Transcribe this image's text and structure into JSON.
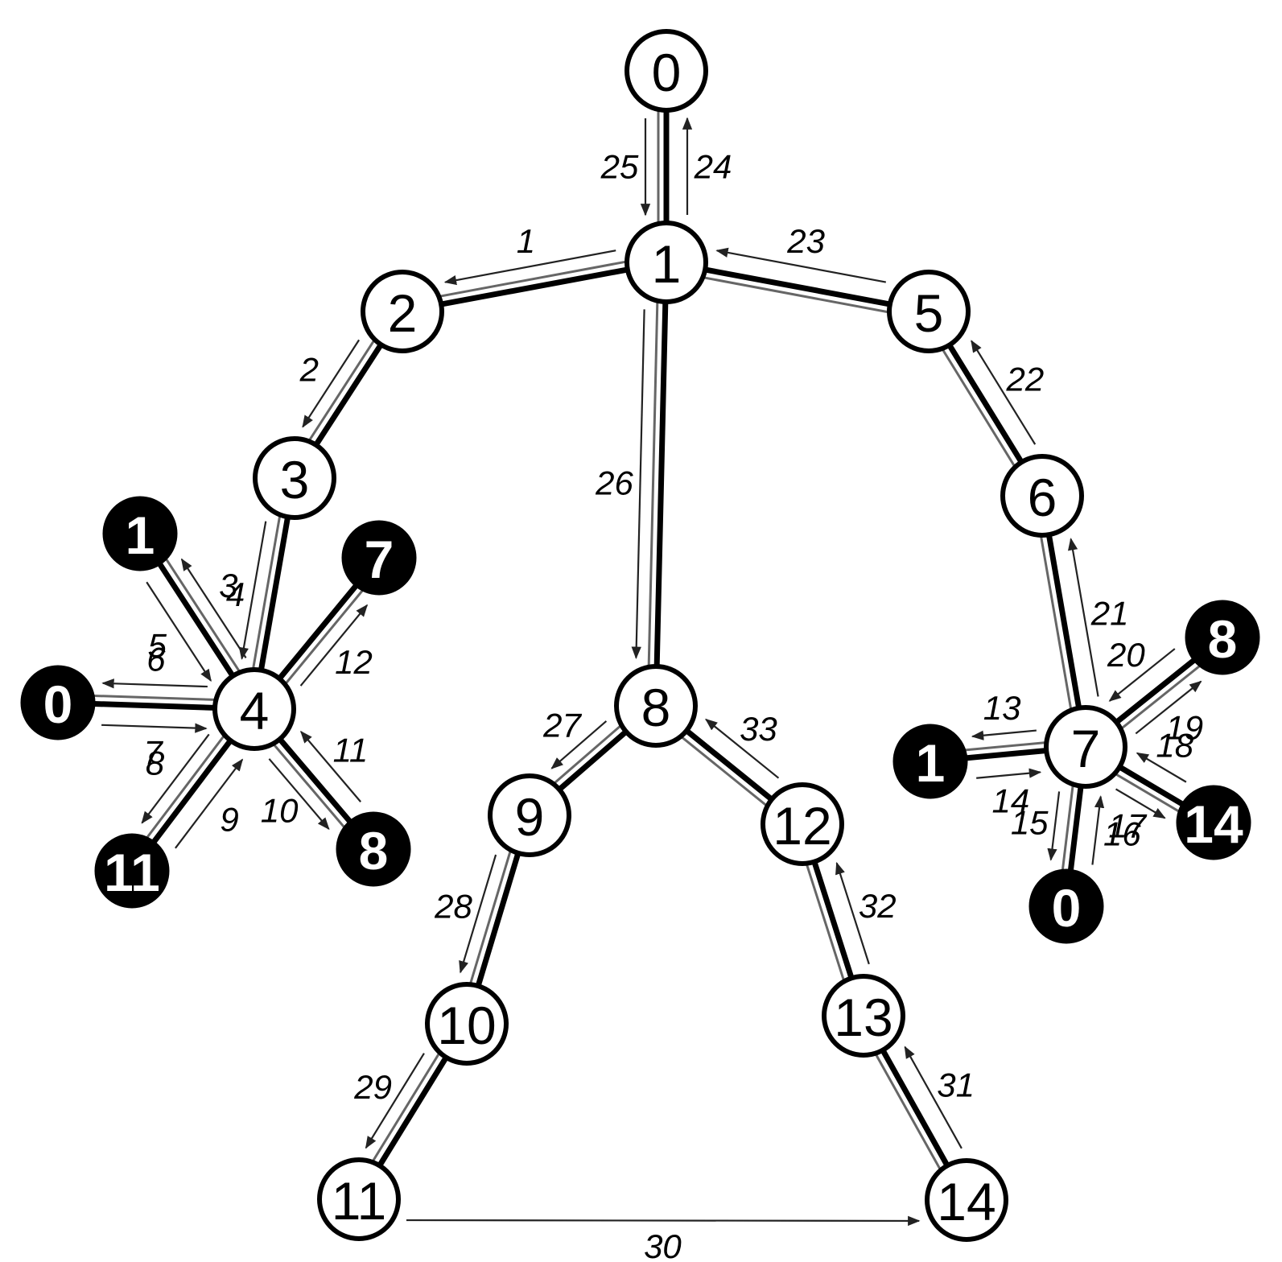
{
  "nodes": [
    {
      "id": "n0",
      "label": "0",
      "style": "white"
    },
    {
      "id": "n1",
      "label": "1",
      "style": "white"
    },
    {
      "id": "n2",
      "label": "2",
      "style": "white"
    },
    {
      "id": "n3",
      "label": "3",
      "style": "white"
    },
    {
      "id": "n4",
      "label": "4",
      "style": "white"
    },
    {
      "id": "n5",
      "label": "5",
      "style": "white"
    },
    {
      "id": "n6",
      "label": "6",
      "style": "white"
    },
    {
      "id": "n7",
      "label": "7",
      "style": "white"
    },
    {
      "id": "n8",
      "label": "8",
      "style": "white"
    },
    {
      "id": "n9",
      "label": "9",
      "style": "white"
    },
    {
      "id": "n10",
      "label": "10",
      "style": "white"
    },
    {
      "id": "n11",
      "label": "11",
      "style": "white"
    },
    {
      "id": "n12",
      "label": "12",
      "style": "white"
    },
    {
      "id": "n13",
      "label": "13",
      "style": "white"
    },
    {
      "id": "n14",
      "label": "14",
      "style": "white"
    },
    {
      "id": "a1",
      "label": "1",
      "style": "black"
    },
    {
      "id": "a7",
      "label": "7",
      "style": "black"
    },
    {
      "id": "a0",
      "label": "0",
      "style": "black"
    },
    {
      "id": "a11",
      "label": "11",
      "style": "black"
    },
    {
      "id": "a8",
      "label": "8",
      "style": "black"
    },
    {
      "id": "b8",
      "label": "8",
      "style": "black"
    },
    {
      "id": "b1",
      "label": "1",
      "style": "black"
    },
    {
      "id": "b14",
      "label": "14",
      "style": "black"
    },
    {
      "id": "b0",
      "label": "0",
      "style": "black"
    }
  ],
  "edges": [
    {
      "from": "n0",
      "to": "n1"
    },
    {
      "from": "n1",
      "to": "n2"
    },
    {
      "from": "n2",
      "to": "n3"
    },
    {
      "from": "n3",
      "to": "n4"
    },
    {
      "from": "n1",
      "to": "n5"
    },
    {
      "from": "n5",
      "to": "n6"
    },
    {
      "from": "n6",
      "to": "n7"
    },
    {
      "from": "n1",
      "to": "n8"
    },
    {
      "from": "n8",
      "to": "n9"
    },
    {
      "from": "n9",
      "to": "n10"
    },
    {
      "from": "n10",
      "to": "n11"
    },
    {
      "from": "n8",
      "to": "n12"
    },
    {
      "from": "n12",
      "to": "n13"
    },
    {
      "from": "n13",
      "to": "n14"
    },
    {
      "from": "n4",
      "to": "a1"
    },
    {
      "from": "n4",
      "to": "a7"
    },
    {
      "from": "n4",
      "to": "a0"
    },
    {
      "from": "n4",
      "to": "a11"
    },
    {
      "from": "n4",
      "to": "a8"
    },
    {
      "from": "n7",
      "to": "b8"
    },
    {
      "from": "n7",
      "to": "b1"
    },
    {
      "from": "n7",
      "to": "b14"
    },
    {
      "from": "n7",
      "to": "b0"
    }
  ],
  "steps": [
    {
      "n": "1",
      "from": "n1",
      "to": "n2"
    },
    {
      "n": "2",
      "from": "n2",
      "to": "n3"
    },
    {
      "n": "3",
      "from": "n3",
      "to": "n4"
    },
    {
      "n": "4",
      "from": "n4",
      "to": "a1"
    },
    {
      "n": "5",
      "from": "a1",
      "to": "n4"
    },
    {
      "n": "6",
      "from": "n4",
      "to": "a0"
    },
    {
      "n": "7",
      "from": "a0",
      "to": "n4"
    },
    {
      "n": "8",
      "from": "n4",
      "to": "a11"
    },
    {
      "n": "9",
      "from": "a11",
      "to": "n4"
    },
    {
      "n": "10",
      "from": "n4",
      "to": "a8"
    },
    {
      "n": "11",
      "from": "a8",
      "to": "n4"
    },
    {
      "n": "12",
      "from": "n4",
      "to": "a7"
    },
    {
      "n": "13",
      "from": "n7",
      "to": "b1"
    },
    {
      "n": "14",
      "from": "b1",
      "to": "n7"
    },
    {
      "n": "15",
      "from": "n7",
      "to": "b0"
    },
    {
      "n": "16",
      "from": "b0",
      "to": "n7"
    },
    {
      "n": "17",
      "from": "n7",
      "to": "b14"
    },
    {
      "n": "18",
      "from": "b14",
      "to": "n7"
    },
    {
      "n": "19",
      "from": "n7",
      "to": "b8"
    },
    {
      "n": "20",
      "from": "b8",
      "to": "n7"
    },
    {
      "n": "21",
      "from": "n7",
      "to": "n6"
    },
    {
      "n": "22",
      "from": "n6",
      "to": "n5"
    },
    {
      "n": "23",
      "from": "n5",
      "to": "n1"
    },
    {
      "n": "24",
      "from": "n1",
      "to": "n0"
    },
    {
      "n": "25",
      "from": "n0",
      "to": "n1"
    },
    {
      "n": "26",
      "from": "n1",
      "to": "n8"
    },
    {
      "n": "27",
      "from": "n8",
      "to": "n9"
    },
    {
      "n": "28",
      "from": "n9",
      "to": "n10"
    },
    {
      "n": "29",
      "from": "n10",
      "to": "n11"
    },
    {
      "n": "30",
      "from": "n11",
      "to": "n14"
    },
    {
      "n": "31",
      "from": "n14",
      "to": "n13"
    },
    {
      "n": "32",
      "from": "n13",
      "to": "n12"
    },
    {
      "n": "33",
      "from": "n12",
      "to": "n8"
    }
  ]
}
